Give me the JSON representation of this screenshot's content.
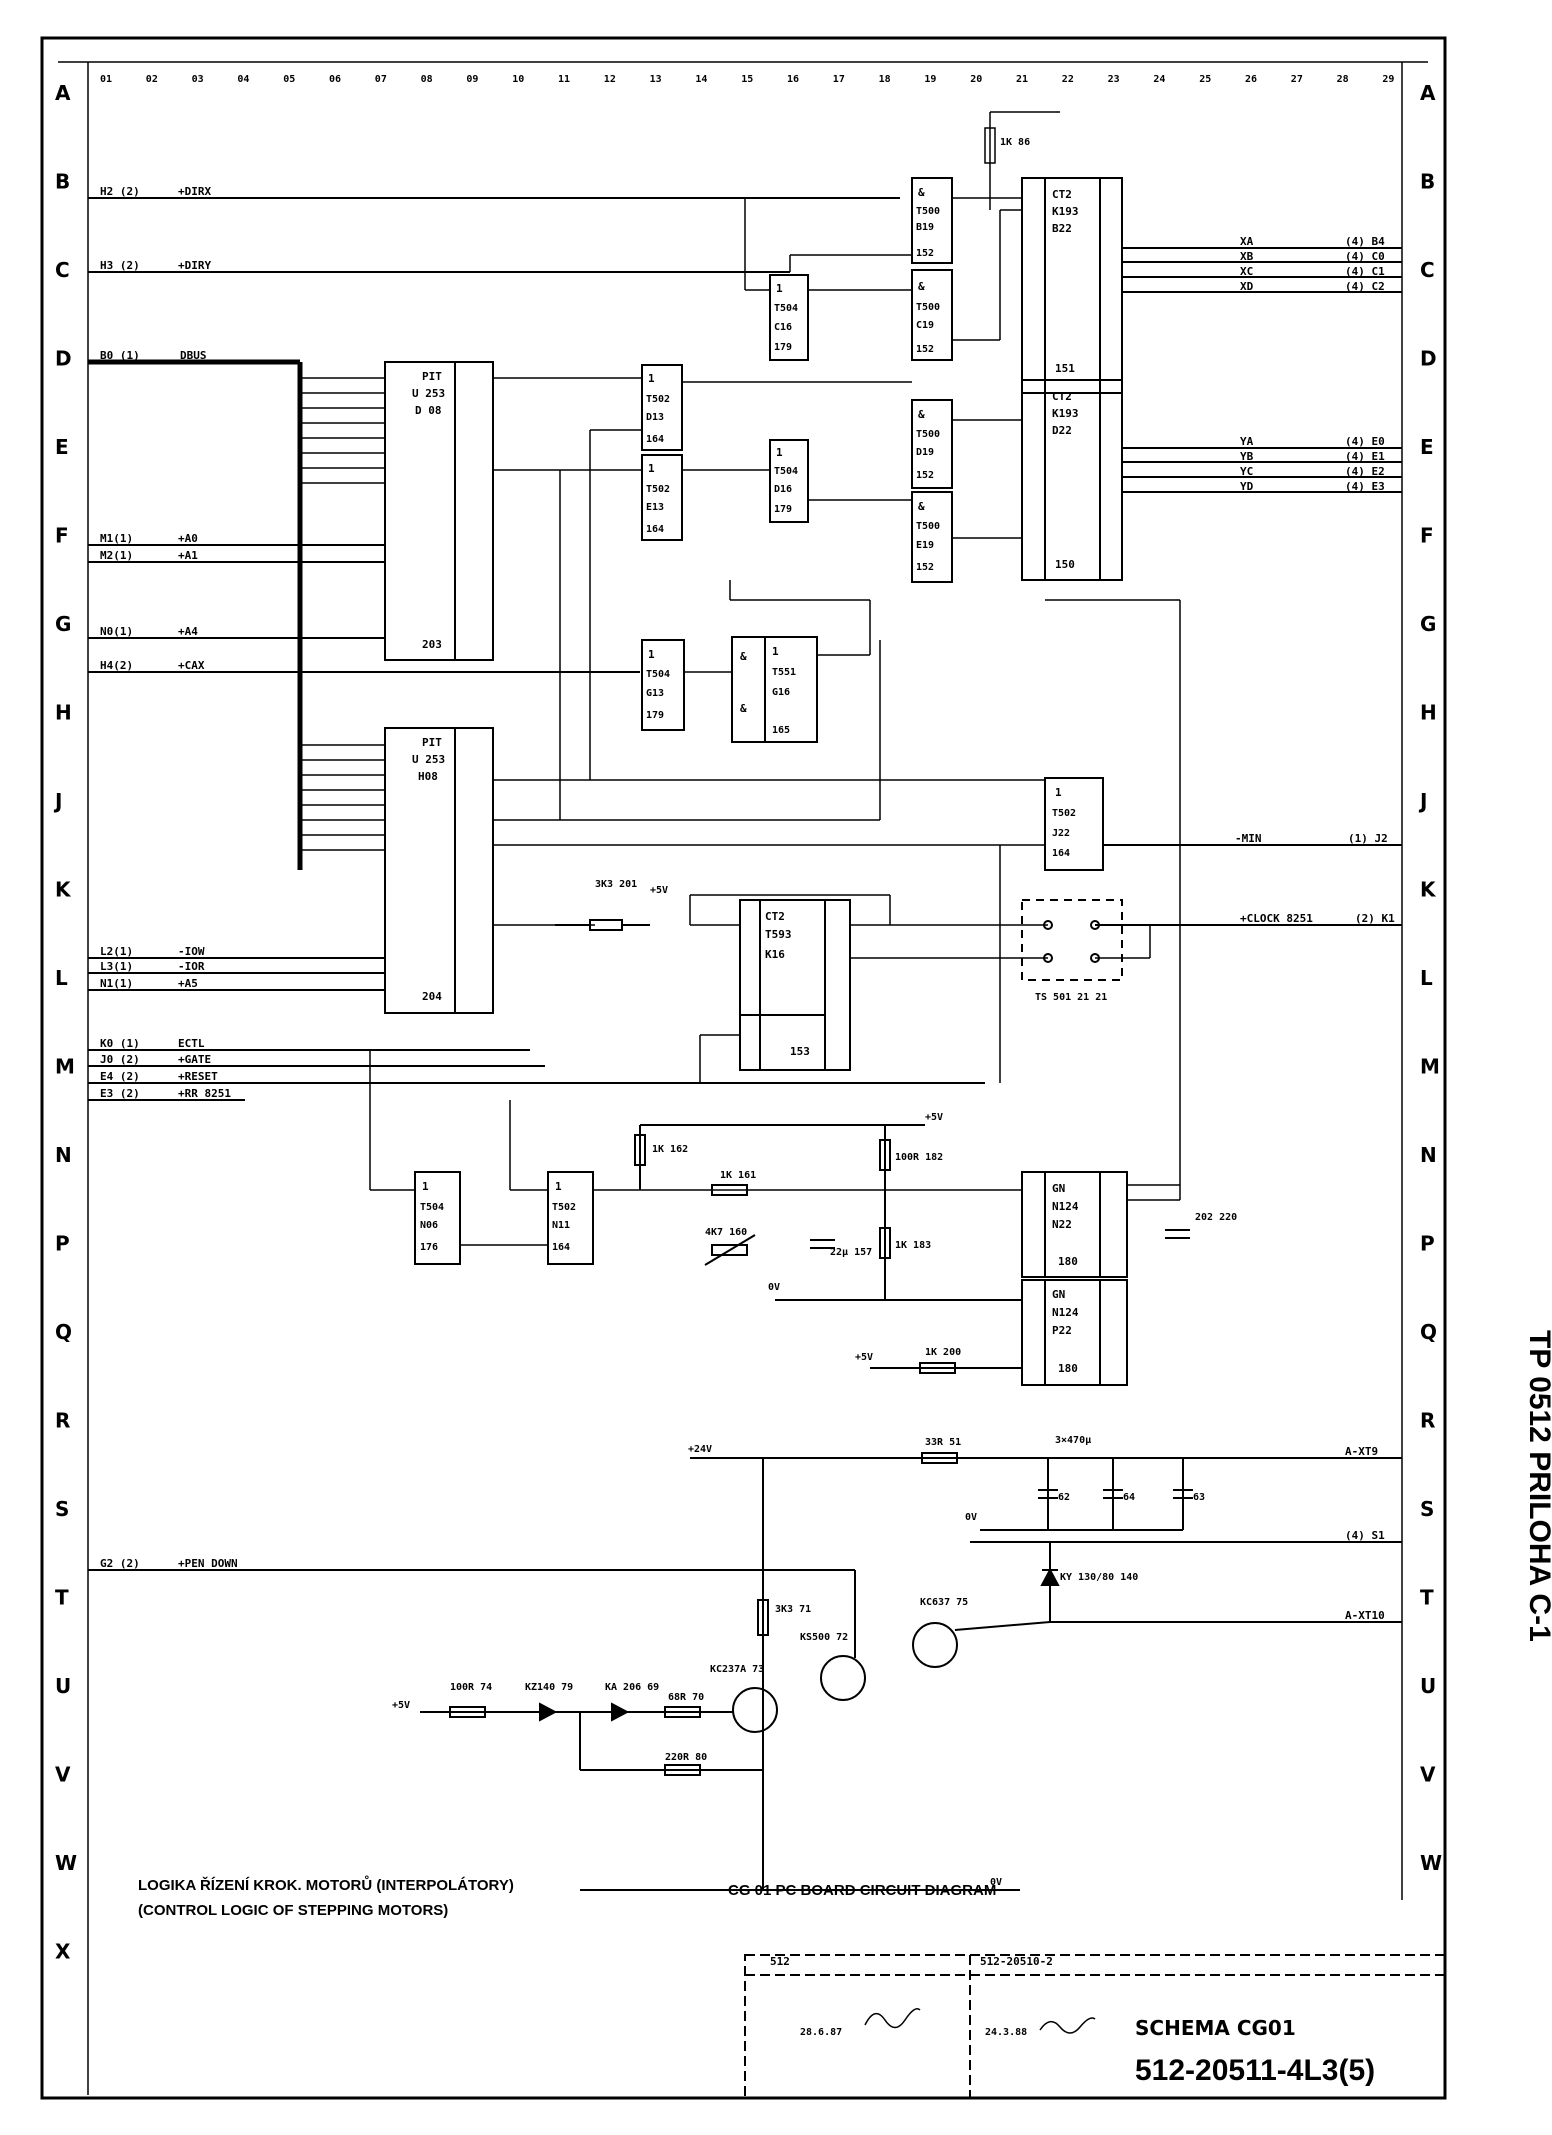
{
  "sheet": {
    "side_title": "TP 0512 PŘÍLOHA C-1",
    "col_numbers": [
      "01",
      "02",
      "03",
      "04",
      "05",
      "06",
      "07",
      "08",
      "09",
      "10",
      "11",
      "12",
      "13",
      "14",
      "15",
      "16",
      "17",
      "18",
      "19",
      "20",
      "21",
      "22",
      "23",
      "24",
      "25",
      "26",
      "27",
      "28",
      "29"
    ],
    "row_letters": [
      "A",
      "B",
      "C",
      "D",
      "E",
      "F",
      "G",
      "H",
      "J",
      "K",
      "L",
      "M",
      "N",
      "P",
      "Q",
      "R",
      "S",
      "T",
      "U",
      "V",
      "W",
      "X"
    ]
  },
  "signals_left": [
    {
      "port": "H2 (2)",
      "name": "+DIRX"
    },
    {
      "port": "H3 (2)",
      "name": "+DIRY"
    },
    {
      "port": "B0 (1)",
      "name": "DBUS"
    },
    {
      "port": "M1(1)",
      "name": "+A0"
    },
    {
      "port": "M2(1)",
      "name": "+A1"
    },
    {
      "port": "N0(1)",
      "name": "+A4"
    },
    {
      "port": "H4(2)",
      "name": "+CAX"
    },
    {
      "port": "L2(1)",
      "name": "-IOW"
    },
    {
      "port": "L3(1)",
      "name": "-IOR"
    },
    {
      "port": "N1(1)",
      "name": "+A5"
    },
    {
      "port": "K0 (1)",
      "name": "ECTL"
    },
    {
      "port": "J0 (2)",
      "name": "+GATE"
    },
    {
      "port": "E4 (2)",
      "name": "+RESET"
    },
    {
      "port": "E3 (2)",
      "name": "+RR 8251"
    },
    {
      "port": "G2 (2)",
      "name": "+PEN DOWN"
    }
  ],
  "signals_right": [
    {
      "name": "XA",
      "port": "(4) B4"
    },
    {
      "name": "XB",
      "port": "(4) C0"
    },
    {
      "name": "XC",
      "port": "(4) C1"
    },
    {
      "name": "XD",
      "port": "(4) C2"
    },
    {
      "name": "YA",
      "port": "(4) E0"
    },
    {
      "name": "YB",
      "port": "(4) E1"
    },
    {
      "name": "YC",
      "port": "(4) E2"
    },
    {
      "name": "YD",
      "port": "(4) E3"
    },
    {
      "name": "-MIN",
      "port": "(1) J2"
    },
    {
      "name": "+CLOCK 8251",
      "port": "(2) K1"
    },
    {
      "name": "A-XT9",
      "port": ""
    },
    {
      "name": "",
      "port": "(4) S1"
    },
    {
      "name": "A-XT10",
      "port": ""
    }
  ],
  "chips": {
    "pit1": {
      "l1": "PIT",
      "l2": "U 253",
      "l3": "D 08",
      "l4": "203"
    },
    "pit2": {
      "l1": "PIT",
      "l2": "U 253",
      "l3": "H08",
      "l4": "204"
    },
    "ct1": {
      "l1": "CT2",
      "l2": "K193",
      "l3": "B22",
      "l4": "151"
    },
    "ct2": {
      "l1": "CT2",
      "l2": "K193",
      "l3": "D22",
      "l4": "150"
    },
    "ct3": {
      "l1": "CT2",
      "l2": "T593",
      "l3": "K16",
      "l4": "153"
    },
    "g_b19": {
      "l1": "&",
      "l2": "T500",
      "l3": "B19",
      "l4": "152"
    },
    "g_c19": {
      "l1": "&",
      "l2": "T500",
      "l3": "C19",
      "l4": "152"
    },
    "g_d19": {
      "l1": "&",
      "l2": "T500",
      "l3": "D19",
      "l4": "152"
    },
    "g_e19": {
      "l1": "&",
      "l2": "T500",
      "l3": "E19",
      "l4": "152"
    },
    "g_c16": {
      "l1": "1",
      "l2": "T504",
      "l3": "C16",
      "l4": "179"
    },
    "g_d16": {
      "l1": "1",
      "l2": "T504",
      "l3": "D16",
      "l4": "179"
    },
    "g_d13": {
      "l1": "1",
      "l2": "T502",
      "l3": "D13",
      "l4": "164"
    },
    "g_e13": {
      "l1": "1",
      "l2": "T502",
      "l3": "E13",
      "l4": "164"
    },
    "g_g13": {
      "l1": "1",
      "l2": "T504",
      "l3": "G13",
      "l4": "179"
    },
    "g_g16": {
      "l1": "1",
      "l2": "T551",
      "l3": "G16",
      "l4": "165"
    },
    "g_j22": {
      "l1": "1",
      "l2": "T502",
      "l3": "J22",
      "l4": "164"
    },
    "g_n06": {
      "l1": "1",
      "l2": "T504",
      "l3": "N06",
      "l4": "176"
    },
    "g_n11": {
      "l1": "1",
      "l2": "T502",
      "l3": "N11",
      "l4": "164"
    },
    "gn1": {
      "l1": "GN",
      "l2": "N124",
      "l3": "N22",
      "l4": "180"
    },
    "gn2": {
      "l1": "GN",
      "l2": "N124",
      "l3": "P22",
      "l4": "180"
    }
  },
  "components": {
    "r_top": "1K 86",
    "r201": "3K3 201",
    "r162": "1K 162",
    "r161": "1K 161",
    "pot160": "4K7 160",
    "c157": "22µ 157",
    "r182": "100R 182",
    "r183": "1K 183",
    "c202": "202 220",
    "r200": "1K 200",
    "r51": "33R 51",
    "caps": "3×470µ",
    "c62": "62",
    "c64": "64",
    "c63": "63",
    "d140": "KY 130/80 140",
    "r71": "3K3 71",
    "t73": "KC237A 73",
    "t72": "KS500 72",
    "t75": "KC637 75",
    "pot74": "100R 74",
    "d79": "KZ140 79",
    "d69": "KA 206 69",
    "r70": "68R 70",
    "r80": "220R 80",
    "switch": "TS 501 21 21",
    "v5": "+5V",
    "v24": "+24V",
    "v0": "0V"
  },
  "captions": {
    "cz": "LOGIKA ŘÍZENÍ KROK. MOTORŮ (INTERPOLÁTORY)",
    "en": "(CONTROL LOGIC OF STEPPING MOTORS)",
    "board": "CG 01 PC BOARD CIRCUIT DIAGRAM"
  },
  "title_block": {
    "ref_left": "512",
    "ref_mid": "512-20510-2",
    "date1": "28.6.87",
    "date2": "24.3.88",
    "name": "SCHEMA CG01",
    "number": "512-20511-4L3(5)"
  }
}
